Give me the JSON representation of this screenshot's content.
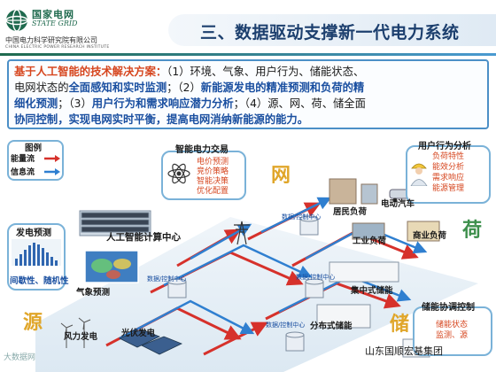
{
  "header": {
    "logo_cn": "国家电网",
    "logo_en": "STATE GRID",
    "institute_cn": "中国电力科学研究院有限公司",
    "institute_en": "CHINA ELECTRIC POWER RESEARCH INSTITUTE",
    "title": "三、数据驱动支撑新一代电力系统"
  },
  "textbox": {
    "lead": "基于人工智能的技术解决方案：",
    "p1a": "（1）环境、气象、用户行为、储能状态、",
    "p1b": "电网状态的",
    "p1c": "全面感知和实时监测",
    "p1d": "；（2）",
    "p1e": "新能源发电的精准预测和负荷的精",
    "p2a": "细化预测",
    "p2b": "；（3）",
    "p2c": "用户行为和需求响应潜力分析",
    "p2d": "；（4）源、网、荷、储全面",
    "p3a": "协同控制，实现电网实时平衡，提高电网消纳新能源的能力。"
  },
  "legend": {
    "title": "图例",
    "energy": "能量流",
    "info": "信息流"
  },
  "trading": {
    "title": "智能电力交易",
    "items": [
      "电价预测",
      "竞价策略",
      "智能决策",
      "优化配置"
    ]
  },
  "user_analysis": {
    "title": "用户行为分析",
    "items": [
      "负荷特性",
      "能效分析",
      "需求响应",
      "能源管理"
    ]
  },
  "gen_forecast": {
    "title": "发电预测",
    "footer": "间歇性、随机性"
  },
  "ai_center": "人工智能计算中心",
  "weather": "气象预测",
  "wind": "风力发电",
  "solar": "光伏发电",
  "resident": "居民负荷",
  "ev": "电动汽车",
  "industry": "工业负荷",
  "commerce": "商业负荷",
  "centralized_storage": "集中式储能",
  "distributed_storage": "分布式储能",
  "storage_ctrl": {
    "title": "储能协调控制",
    "items": [
      "储能状态",
      "监测、源"
    ]
  },
  "data_center_1": "数据/控制中心",
  "data_center_2": "数据/控制中心",
  "data_center_3": "数据/控制中心",
  "data_center_4": "数据/控制中心",
  "chars": {
    "grid": "网",
    "load": "荷",
    "source": "源",
    "storage": "储"
  },
  "watermark_left": "大数据网",
  "watermark_right": "山东国顺宏基集团",
  "colors": {
    "energy_flow": "#d6312b",
    "info_flow": "#2f7fd0",
    "panel_border": "#7ab2d8",
    "accent_red": "#d6461f",
    "title_blue": "#1c3f6e"
  }
}
